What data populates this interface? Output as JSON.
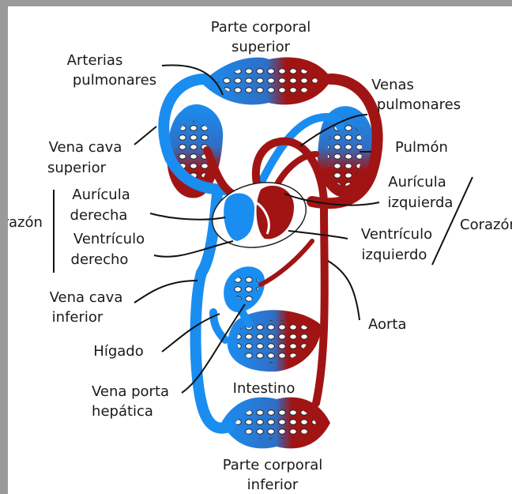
{
  "colors": {
    "venous": "#1a8df0",
    "arterial": "#a11414",
    "background": "#9a9a9a",
    "canvas": "#ffffff"
  },
  "labels": {
    "upper_body_1": "Parte corporal",
    "upper_body_2": "superior",
    "pulm_arteries_1": "Arterias",
    "pulm_arteries_2": "pulmonares",
    "pulm_veins_1": "Venas",
    "pulm_veins_2": "pulmonares",
    "lung": "Pulmón",
    "svc_1": "Vena cava",
    "svc_2": "superior",
    "left_atrium_1": "Aurícula",
    "left_atrium_2": "izquierda",
    "right_atrium_1": "Aurícula",
    "right_atrium_2": "derecha",
    "heart_left": "Corazón",
    "heart_right": "Corazón",
    "right_ventricle_1": "Ventrículo",
    "right_ventricle_2": "derecho",
    "left_ventricle_1": "Ventrículo",
    "left_ventricle_2": "izquierdo",
    "ivc_1": "Vena cava",
    "ivc_2": "inferior",
    "aorta": "Aorta",
    "liver": "Hígado",
    "portal_1": "Vena porta",
    "portal_2": "hepática",
    "intestine": "Intestino",
    "lower_body_1": "Parte corporal",
    "lower_body_2": "inferior"
  }
}
